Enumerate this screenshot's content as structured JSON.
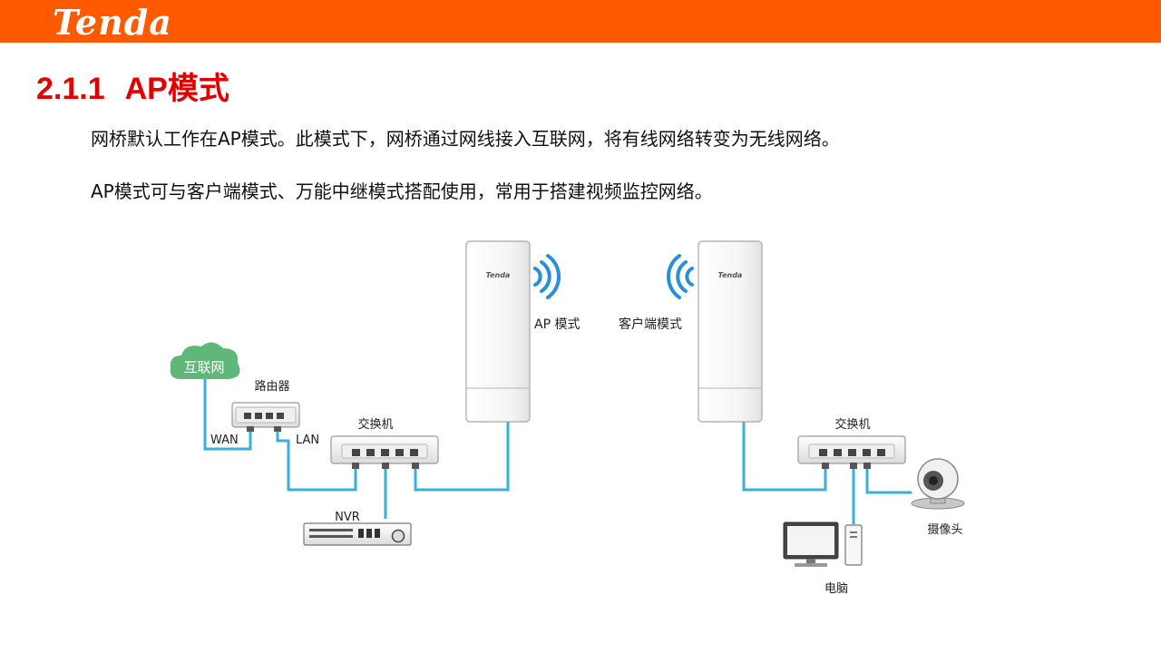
{
  "header": {
    "logo_text": "Tenda",
    "brand_color": "#ff5a00"
  },
  "section": {
    "number": "2.1.1",
    "title": "AP模式",
    "title_color": "#e00000"
  },
  "paragraphs": [
    "网桥默认工作在AP模式。此模式下，网桥通过网线接入互联网，将有线网络转变为无线网络。",
    "AP模式可与客户端模式、万能中继模式搭配使用，常用于搭建视频监控网络。"
  ],
  "diagram": {
    "cable_color": "#3ab0d8",
    "cloud_color": "#5fb87a",
    "labels": {
      "internet": "互联网",
      "router": "路由器",
      "wan": "WAN",
      "lan": "LAN",
      "switch_left": "交换机",
      "switch_right": "交换机",
      "nvr": "NVR",
      "bridge_left_logo": "Tenda",
      "bridge_right_logo": "Tenda",
      "ap_mode": "AP 模式",
      "client_mode": "客户端模式",
      "camera": "摄像头",
      "computer": "电脑"
    }
  }
}
